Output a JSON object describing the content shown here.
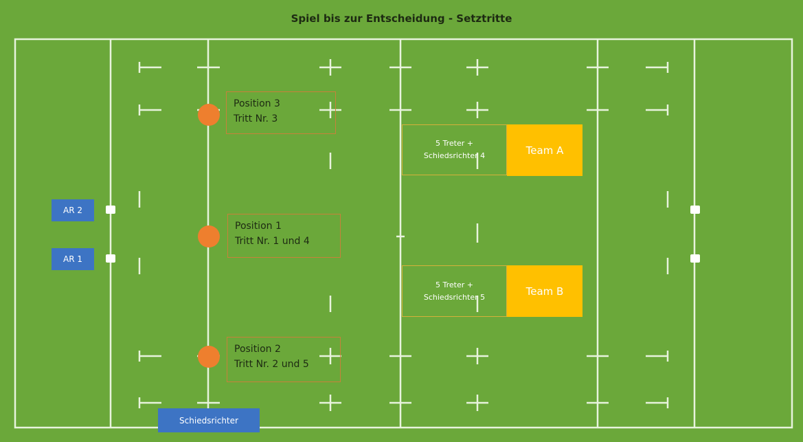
{
  "title": "Spiel bis zur Entscheidung - Setztritte",
  "positions": [
    {
      "line1": "Position 3",
      "line2": "Tritt Nr. 3"
    },
    {
      "line1": "Position 1",
      "line2": "Tritt Nr. 1 und 4"
    },
    {
      "line1": "Position 2",
      "line2": "Tritt Nr. 2 und 5"
    }
  ],
  "teams": [
    {
      "kickers_line1": "5 Treter +",
      "kickers_line2": "Schiedsrichter 4",
      "name": "Team A"
    },
    {
      "kickers_line1": "5 Treter +",
      "kickers_line2": "Schiedsrichter 5",
      "name": "Team B"
    }
  ],
  "assistant_referees": [
    "AR 2",
    "AR 1"
  ],
  "referee": "Schiedsrichter",
  "colors": {
    "field": "#6ba83a",
    "lines": "#e8f3dd",
    "position_marker": "#ee7f2e",
    "team_box": "#ffc000",
    "referee_box": "#3d74c4"
  }
}
